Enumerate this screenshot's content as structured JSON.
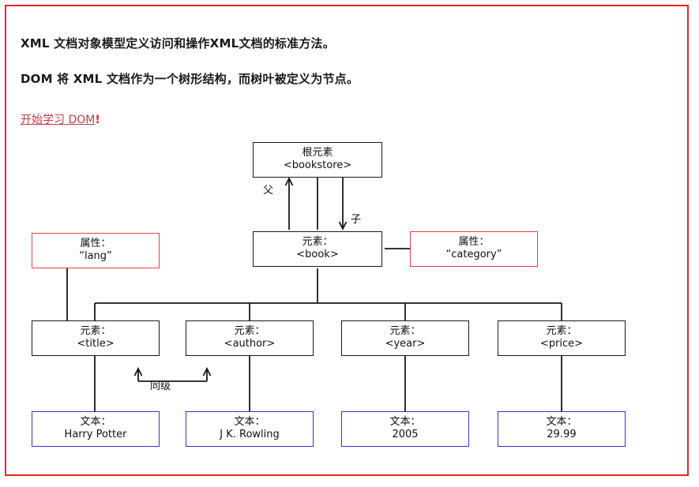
{
  "page": {
    "frame_color": "#ee2222",
    "background": "#ffffff"
  },
  "content": {
    "paragraph_1": "XML 文档对象模型定义访问和操作XML文档的标准方法。",
    "paragraph_2": "DOM 将 XML 文档作为一个树形结构，而树叶被定义为节点。",
    "link_text": "开始学习 DOM",
    "link_suffix": "!",
    "link_color": "#c23b4b"
  },
  "diagram": {
    "title": "XML DOM tree",
    "node_colors": {
      "element_border": "#1a1a1a",
      "attribute_border": "#e8404a",
      "text_border": "#3a34c4"
    },
    "root": {
      "label": "根元素",
      "value": "<bookstore>"
    },
    "book": {
      "label": "元素：",
      "value": "<book>"
    },
    "attributes": [
      {
        "label": "属性：",
        "value": "“lang”"
      },
      {
        "label": "属性：",
        "value": "“category”"
      }
    ],
    "elements": [
      {
        "label": "元素：",
        "value": "<title>"
      },
      {
        "label": "元素：",
        "value": "<author>"
      },
      {
        "label": "元素：",
        "value": "<year>"
      },
      {
        "label": "元素：",
        "value": "<price>"
      }
    ],
    "texts": [
      {
        "label": "文本：",
        "value": "Harry Potter"
      },
      {
        "label": "文本：",
        "value": "J K. Rowling"
      },
      {
        "label": "文本：",
        "value": "2005"
      },
      {
        "label": "文本：",
        "value": "29.99"
      }
    ],
    "edge_labels": {
      "parent": "父",
      "child": "子",
      "sibling": "同级"
    }
  }
}
